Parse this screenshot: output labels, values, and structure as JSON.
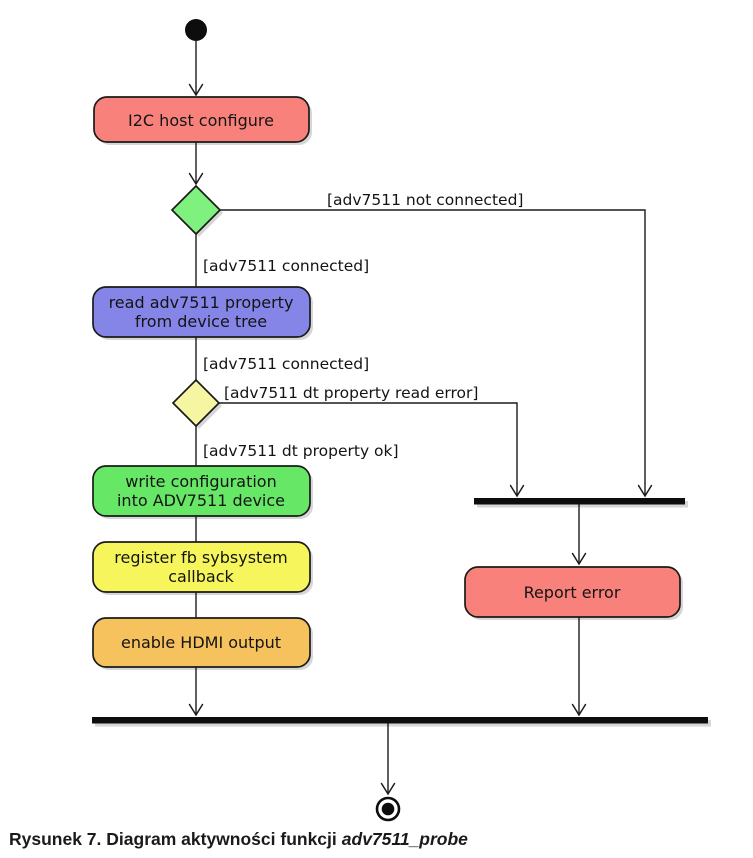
{
  "caption": {
    "prefix": "Rysunek 7. Diagram aktywności funkcji",
    "func": "adv7511_probe"
  },
  "colors": {
    "salmon": "#F8827B",
    "blue": "#8585E8",
    "green_box": "#66E766",
    "green_diamond": "#7FF17F",
    "yellow_box": "#F6F65C",
    "yellow_diamond": "#F6F6A2",
    "orange": "#F6C25E",
    "line": "#1B1B1B",
    "bar": "#0D0D0D"
  },
  "nodes": {
    "start": {
      "type": "initial"
    },
    "i2c": {
      "label": "I2C host configure"
    },
    "decision_connected": {
      "type": "decision"
    },
    "read_prop": {
      "line1": "read adv7511 property",
      "line2": "from device tree"
    },
    "decision_dt": {
      "type": "decision"
    },
    "write_conf": {
      "line1": "write configuration",
      "line2": "into ADV7511 device"
    },
    "register_fb": {
      "line1": "register fb sybsystem",
      "line2": "callback"
    },
    "enable_hdmi": {
      "label": "enable HDMI output"
    },
    "report_error": {
      "label": "Report error"
    },
    "end": {
      "type": "final"
    }
  },
  "edge_labels": {
    "not_connected": "[adv7511 not connected]",
    "connected_1": "[adv7511 connected]",
    "connected_2": "[adv7511 connected]",
    "dt_read_error": "[adv7511 dt property read error]",
    "dt_ok": "[adv7511 dt property ok]"
  }
}
